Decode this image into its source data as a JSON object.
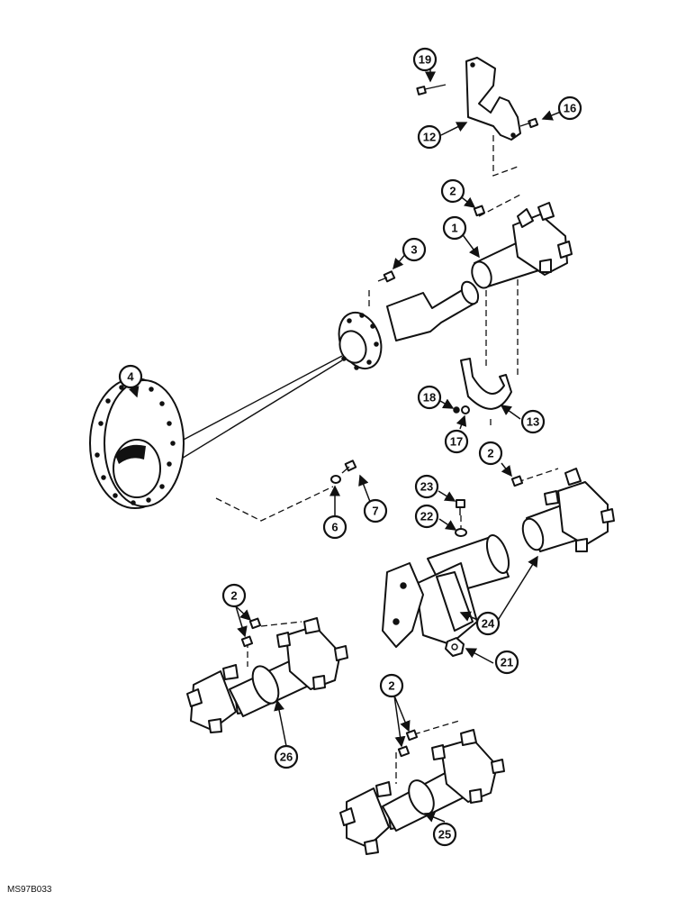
{
  "figure_code": "MS97B033",
  "callouts": {
    "c1": "1",
    "c2a": "2",
    "c2b": "2",
    "c2c": "2",
    "c2d": "2",
    "c3": "3",
    "c4": "4",
    "c6": "6",
    "c7": "7",
    "c12": "12",
    "c13": "13",
    "c16": "16",
    "c17": "17",
    "c18": "18",
    "c19": "19",
    "c21": "21",
    "c22": "22",
    "c23": "23",
    "c24": "24",
    "c25": "25",
    "c26": "26"
  }
}
